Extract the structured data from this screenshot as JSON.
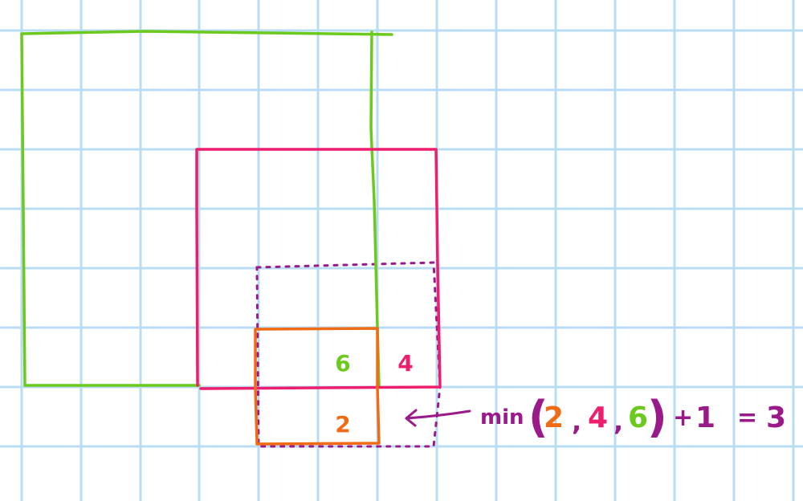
{
  "colors": {
    "grid": "#b9dcf2",
    "green": "#6cc91d",
    "pink": "#ee1e6e",
    "purple": "#9b1a8a",
    "orange": "#f06b16"
  },
  "labels": {
    "green_value": "6",
    "pink_value": "4",
    "orange_value": "2"
  },
  "formula": {
    "func": "min",
    "open_paren": "(",
    "arg1": "2",
    "comma1": ",",
    "arg2": "4",
    "comma2": ",",
    "arg3": "6",
    "close_paren": ")",
    "plus": "+",
    "one": "1",
    "equals": "=",
    "result": "3"
  }
}
